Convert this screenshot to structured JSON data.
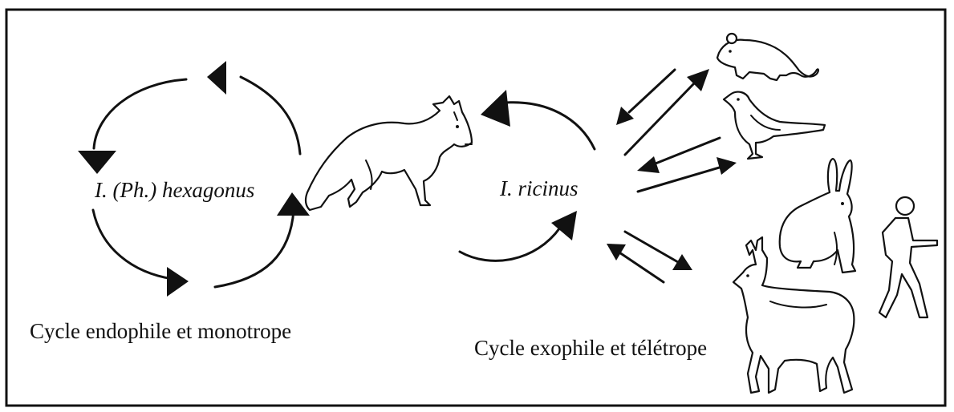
{
  "species": {
    "hexagonus": "I. (Ph.) hexagonus",
    "ricinus": "I. ricinus"
  },
  "captions": {
    "endophile": "Cycle endophile et monotrope",
    "exophile": "Cycle exophile et télétrope"
  },
  "icons": [
    "fox-icon",
    "mouse-icon",
    "bird-icon",
    "hare-icon",
    "deer-icon",
    "human-icon"
  ],
  "colors": {
    "ink": "#111111",
    "background": "#ffffff"
  }
}
